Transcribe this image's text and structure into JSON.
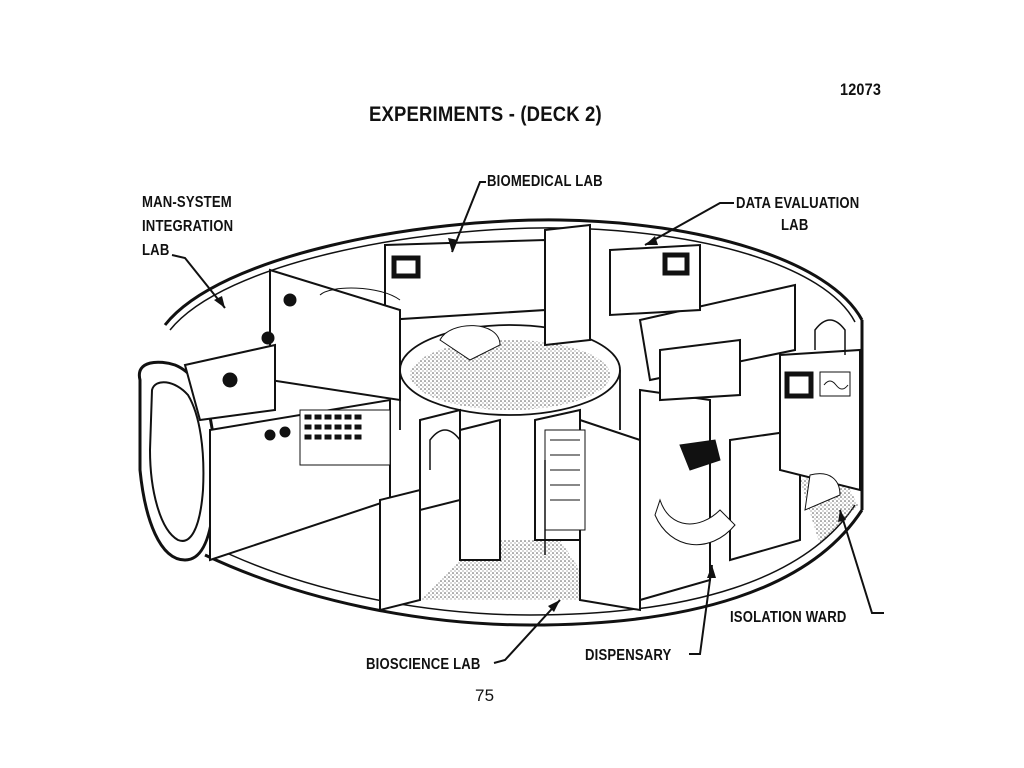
{
  "document": {
    "number": "12073",
    "title": "EXPERIMENTS - (DECK 2)",
    "page_number": "75"
  },
  "labels": {
    "man_system_line1": "MAN-SYSTEM",
    "man_system_line2": "INTEGRATION",
    "man_system_line3": "LAB",
    "biomedical": "BIOMEDICAL LAB",
    "data_eval_line1": "DATA EVALUATION",
    "data_eval_line2": "LAB",
    "isolation": "ISOLATION WARD",
    "dispensary": "DISPENSARY",
    "bioscience": "BIOSCIENCE LAB"
  },
  "colors": {
    "ink": "#111111",
    "stipple": "#9a9a9a",
    "paper": "#ffffff"
  }
}
